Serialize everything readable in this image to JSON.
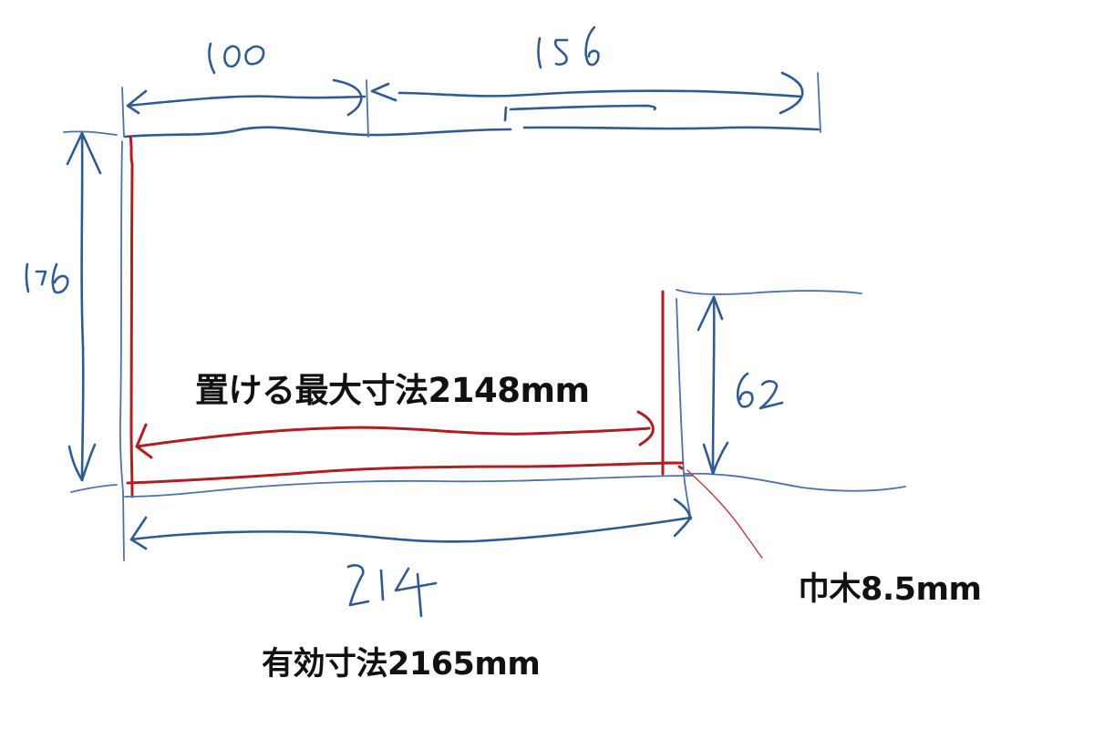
{
  "diagram": {
    "type": "hand-drawn dimension sketch",
    "colors": {
      "ink_blue": "#2f5a92",
      "ink_red": "#b01e23",
      "text": "#111111",
      "background": "#ffffff"
    },
    "handwritten_dimensions": {
      "top_left_width": "100",
      "top_right_width": "156",
      "left_height": "176",
      "right_step_height": "62",
      "bottom_width": "214"
    },
    "labels": {
      "max_placeable": "置ける最大寸法2148mm",
      "effective": "有効寸法2165mm",
      "baseboard": "巾木8.5mm"
    }
  }
}
